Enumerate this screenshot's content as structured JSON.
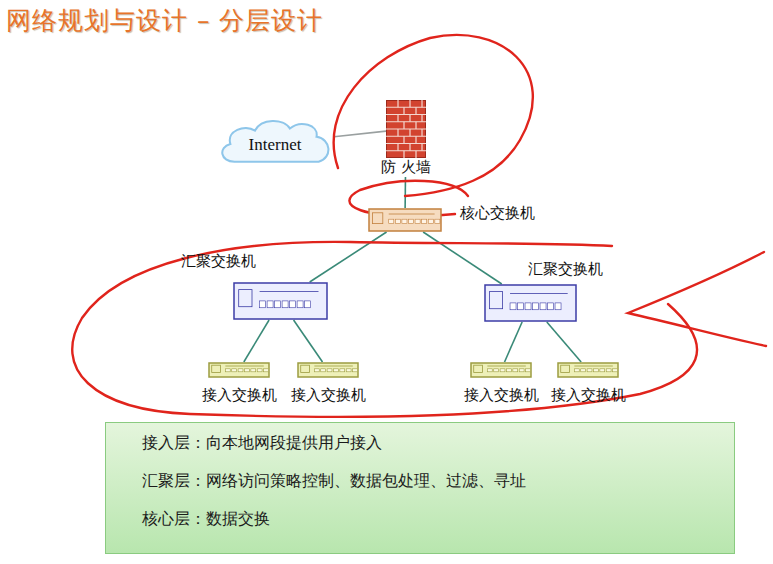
{
  "diagram": {
    "title": "网络规划与设计 – 分层设计",
    "nodes": [
      {
        "text": [
          "Internet"
        ]
      },
      {
        "text": [
          "防 火墙"
        ]
      },
      {
        "text": [
          "核心交换机"
        ]
      },
      {
        "text": [
          "汇聚交换机"
        ]
      },
      {
        "text": [
          "汇聚交换机"
        ]
      },
      {
        "text": [
          "接入交换机"
        ]
      },
      {
        "text": [
          "接入交换机"
        ]
      },
      {
        "text": [
          "接入交换机"
        ]
      },
      {
        "text": [
          "接入交换机"
        ]
      },
      {
        "text": [
          "接入层",
          "：向本地网段提供用户接入",
          "汇聚层",
          "：网络访问策略控制、数据包处理、过滤、寻址",
          "核心层",
          "：数据交换"
        ]
      }
    ],
    "edges": [
      {
        "from": 0,
        "to": 1,
        "arrow": "none"
      },
      {
        "from": 1,
        "to": 2,
        "arrow": "none"
      },
      {
        "from": 2,
        "to": 3,
        "arrow": "none"
      },
      {
        "from": 2,
        "to": 4,
        "arrow": "none"
      },
      {
        "from": 3,
        "to": 5,
        "arrow": "none"
      },
      {
        "from": 3,
        "to": 6,
        "arrow": "none"
      },
      {
        "from": 4,
        "to": 7,
        "arrow": "none"
      },
      {
        "from": 4,
        "to": 8,
        "arrow": "none"
      }
    ]
  }
}
